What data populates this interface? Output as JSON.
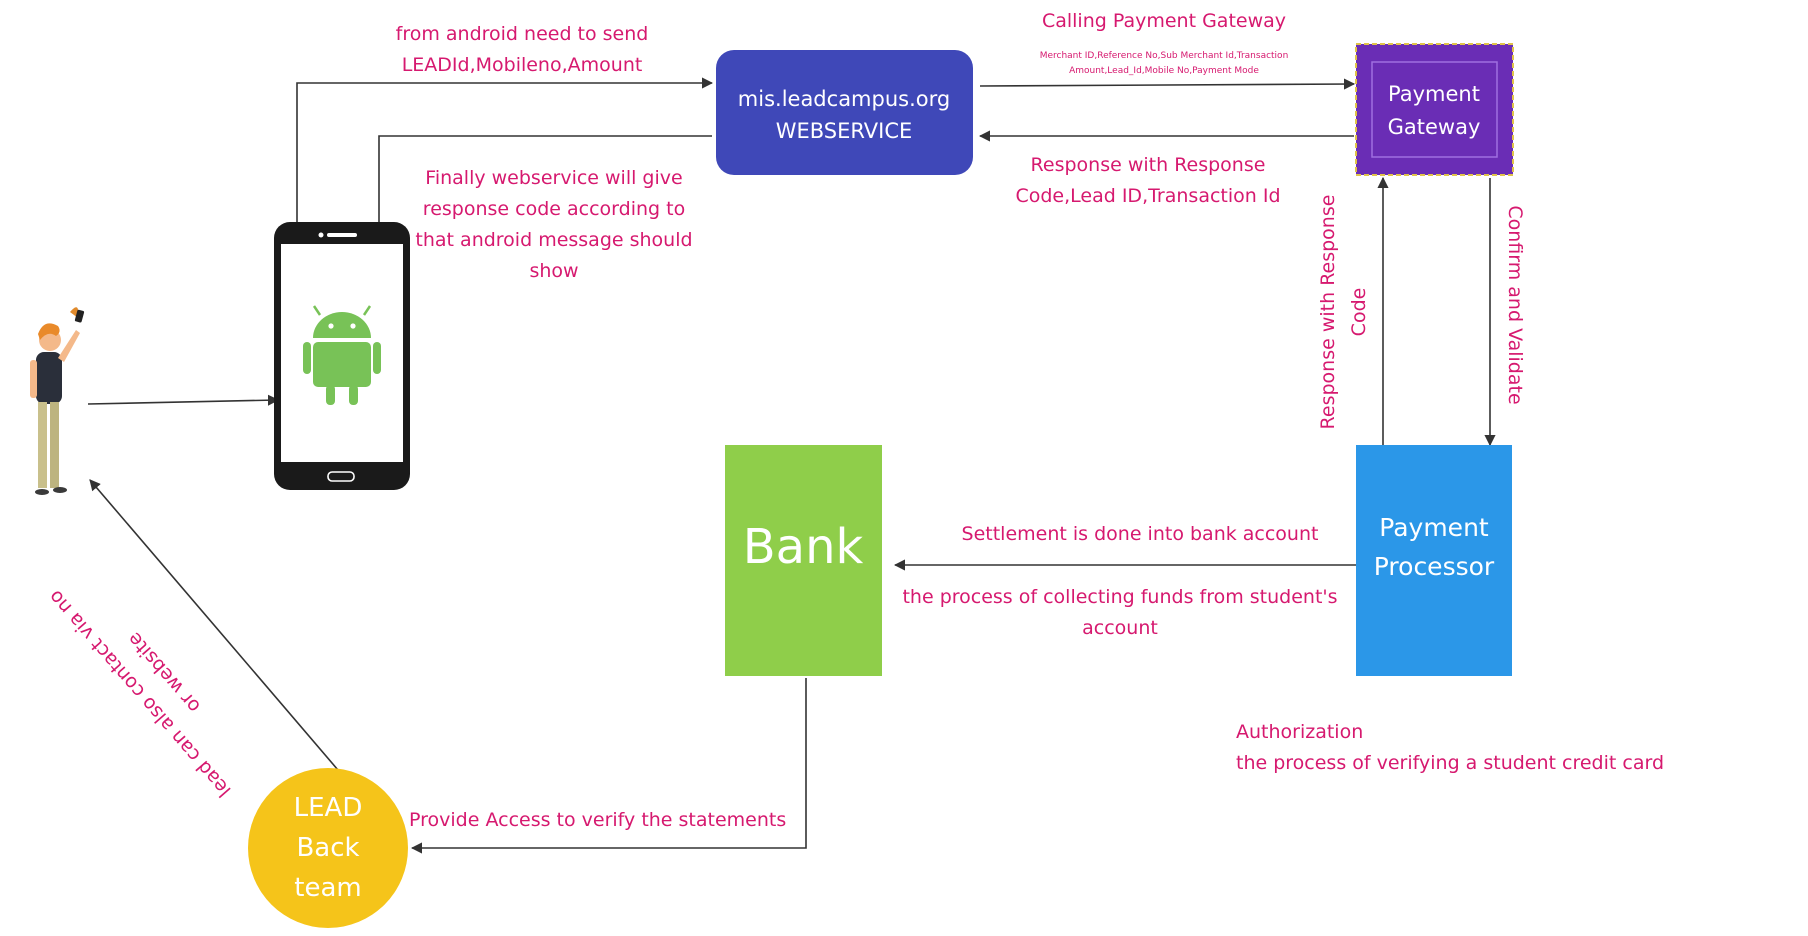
{
  "colors": {
    "label_text": "#d6196f",
    "webservice_box": "#3f48b8",
    "gateway_box": "#6a2db5",
    "gateway_border": "#e0c34a",
    "processor_box": "#2b97e8",
    "bank_box": "#8fce4a",
    "back_team_circle": "#f5c41a",
    "android_green": "#78c257",
    "phone_body": "#1a1a1a",
    "arrow": "#333333"
  },
  "icons": {
    "user": "person-taking-selfie-illustration",
    "phone": "android-smartphone-icon"
  },
  "nodes": {
    "webservice": {
      "line1": "mis.leadcampus.org",
      "line2": "WEBSERVICE"
    },
    "gateway": {
      "line1": "Payment",
      "line2": "Gateway"
    },
    "processor": {
      "line1": "Payment",
      "line2": "Processor"
    },
    "bank": {
      "label": "Bank"
    },
    "back_team": {
      "line1": "LEAD",
      "line2": "Back",
      "line3": "team"
    }
  },
  "labels": {
    "android_send": {
      "line1": "from android need to send",
      "line2": "LEADId,Mobileno,Amount"
    },
    "webservice_reply": {
      "line1": "Finally webservice will give",
      "line2": "response code according to",
      "line3": "that android message should",
      "line4": "show"
    },
    "calling_gateway": "Calling Payment Gateway",
    "gateway_params": {
      "line1": "Merchant ID,Reference No,Sub Merchant Id,Transaction",
      "line2": "Amount,Lead_Id,Mobile No,Payment Mode"
    },
    "gateway_response": {
      "line1": "Response with Response",
      "line2": "Code,Lead ID,Transaction Id"
    },
    "processor_response": {
      "line1": "Response with Response",
      "line2": "Code"
    },
    "confirm_validate": "Confirm and Validate",
    "settlement": "Settlement is done into bank account",
    "collecting": {
      "line1": "the process of collecting funds from student's",
      "line2": "account"
    },
    "authorization": {
      "line1": "Authorization",
      "line2": "the process of verifying a student credit card"
    },
    "provide_access": "Provide Access to verify the statements",
    "lead_contact": {
      "line1": "lead can also contact via no",
      "line2": "or website"
    }
  }
}
